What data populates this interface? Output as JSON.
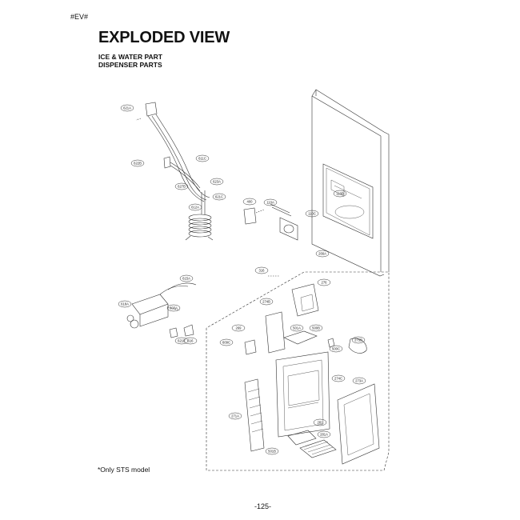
{
  "header": {
    "doc_code": "#EV#",
    "title": "EXPLODED VIEW",
    "subtitle_line1": "ICE & WATER PART",
    "subtitle_line2": "DISPENSER PARTS"
  },
  "callouts": {
    "c621a": "621A",
    "c622b": "622B",
    "c611c": "611C",
    "c623a": "623A",
    "c627b": "627B",
    "c621c": "621C",
    "c612a": "612A",
    "c400": "400",
    "c110a": "110A",
    "c110b": "110B",
    "c110c": "110C",
    "c316": "316",
    "c266a": "266A",
    "c615a": "615A",
    "c618a": "618A",
    "c603a": "603A",
    "c621e": "621E",
    "c616": "616",
    "c274b": "274B",
    "c276": "276",
    "c269": "269",
    "c609c": "609C",
    "c501a": "501A",
    "c500b": "500B",
    "c500c": "500C",
    "c275b": "275B",
    "c274c": "274C",
    "c273a": "273A",
    "c271a": "271A",
    "c281": "281",
    "c281a": "281A",
    "c501b": "501B"
  },
  "footer": {
    "footnote": "*Only STS model",
    "page_number": "-125-"
  }
}
